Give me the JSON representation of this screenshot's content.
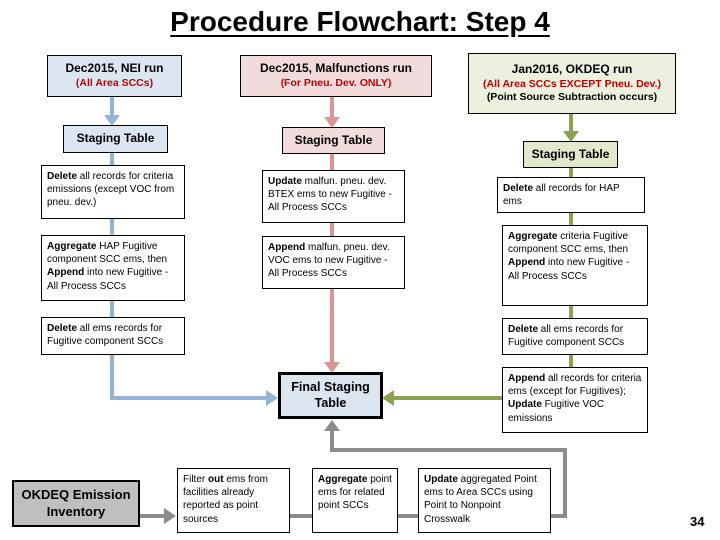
{
  "slide": {
    "title": "Procedure Flowchart: Step 4",
    "page_number": "34"
  },
  "colors": {
    "blue_fill": "#dce6f1",
    "blue_arrow": "#95b3d7",
    "pink_fill": "#f2dcdb",
    "pink_arrow": "#d99694",
    "green_fill": "#ebf1de",
    "green_staging_fill": "#e0e9cc",
    "green_arrow": "#8ba24e",
    "gray_fill": "#bfbfbf",
    "gray_arrow": "#8c8c8c",
    "note_red": "#c00000"
  },
  "nei": {
    "header_title": "Dec2015, NEI run",
    "header_note": "(All Area SCCs)",
    "staging_label": "Staging Table",
    "steps": [
      {
        "segments": [
          {
            "t": "Delete",
            "b": 1
          },
          {
            "t": " all records for criteria emissions (except VOC from pneu. dev.)"
          }
        ]
      },
      {
        "segments": [
          {
            "t": "Aggregate",
            "b": 1
          },
          {
            "t": " HAP Fugitive component SCC ems, then "
          },
          {
            "t": "Append",
            "b": 1
          },
          {
            "t": " into new Fugitive - All Process SCCs"
          }
        ]
      },
      {
        "segments": [
          {
            "t": "Delete",
            "b": 1
          },
          {
            "t": " all ems records for Fugitive component SCCs"
          }
        ]
      }
    ]
  },
  "malfunctions": {
    "header_title": "Dec2015, Malfunctions run",
    "header_note": "(For Pneu. Dev. ONLY)",
    "staging_label": "Staging Table",
    "steps": [
      {
        "segments": [
          {
            "t": "Update",
            "b": 1
          },
          {
            "t": " malfun. pneu. dev. BTEX ems to new Fugitive - All Process SCCs"
          }
        ]
      },
      {
        "segments": [
          {
            "t": "Append",
            "b": 1
          },
          {
            "t": " malfun. pneu. dev. VOC ems to new Fugitive - All Process SCCs"
          }
        ]
      }
    ]
  },
  "okdeq": {
    "header_title": "Jan2016, OKDEQ run",
    "header_note": "(All Area SCCs EXCEPT Pneu. Dev.)",
    "header_note2": "(Point Source Subtraction occurs)",
    "staging_label": "Staging Table",
    "steps": [
      {
        "segments": [
          {
            "t": "Delete",
            "b": 1
          },
          {
            "t": " all records for HAP ems"
          }
        ]
      },
      {
        "segments": [
          {
            "t": "Aggregate",
            "b": 1
          },
          {
            "t": " criteria Fugitive component SCC ems, then "
          },
          {
            "t": "Append",
            "b": 1
          },
          {
            "t": " into new Fugitive - All Process SCCs"
          }
        ]
      },
      {
        "segments": [
          {
            "t": "Delete",
            "b": 1
          },
          {
            "t": " all ems records for Fugitive component SCCs"
          }
        ]
      },
      {
        "segments": [
          {
            "t": "Append",
            "b": 1
          },
          {
            "t": " all records for criteria ems (except for Fugitives); "
          },
          {
            "t": "Update",
            "b": 1
          },
          {
            "t": " Fugitive VOC emissions"
          }
        ]
      }
    ]
  },
  "final_staging": {
    "label": "Final Staging Table"
  },
  "bottom": {
    "inventory_label": "OKDEQ Emission Inventory",
    "steps": [
      {
        "segments": [
          {
            "t": "Filter "
          },
          {
            "t": "out",
            "b": 1
          },
          {
            "t": " ems from facilities already reported as point sources"
          }
        ]
      },
      {
        "segments": [
          {
            "t": "Aggregate",
            "b": 1
          },
          {
            "t": " point ems for related point SCCs"
          }
        ]
      },
      {
        "segments": [
          {
            "t": "Update",
            "b": 1
          },
          {
            "t": " aggregated Point ems to Area SCCs using Point to Nonpoint Crosswalk"
          }
        ]
      }
    ]
  }
}
